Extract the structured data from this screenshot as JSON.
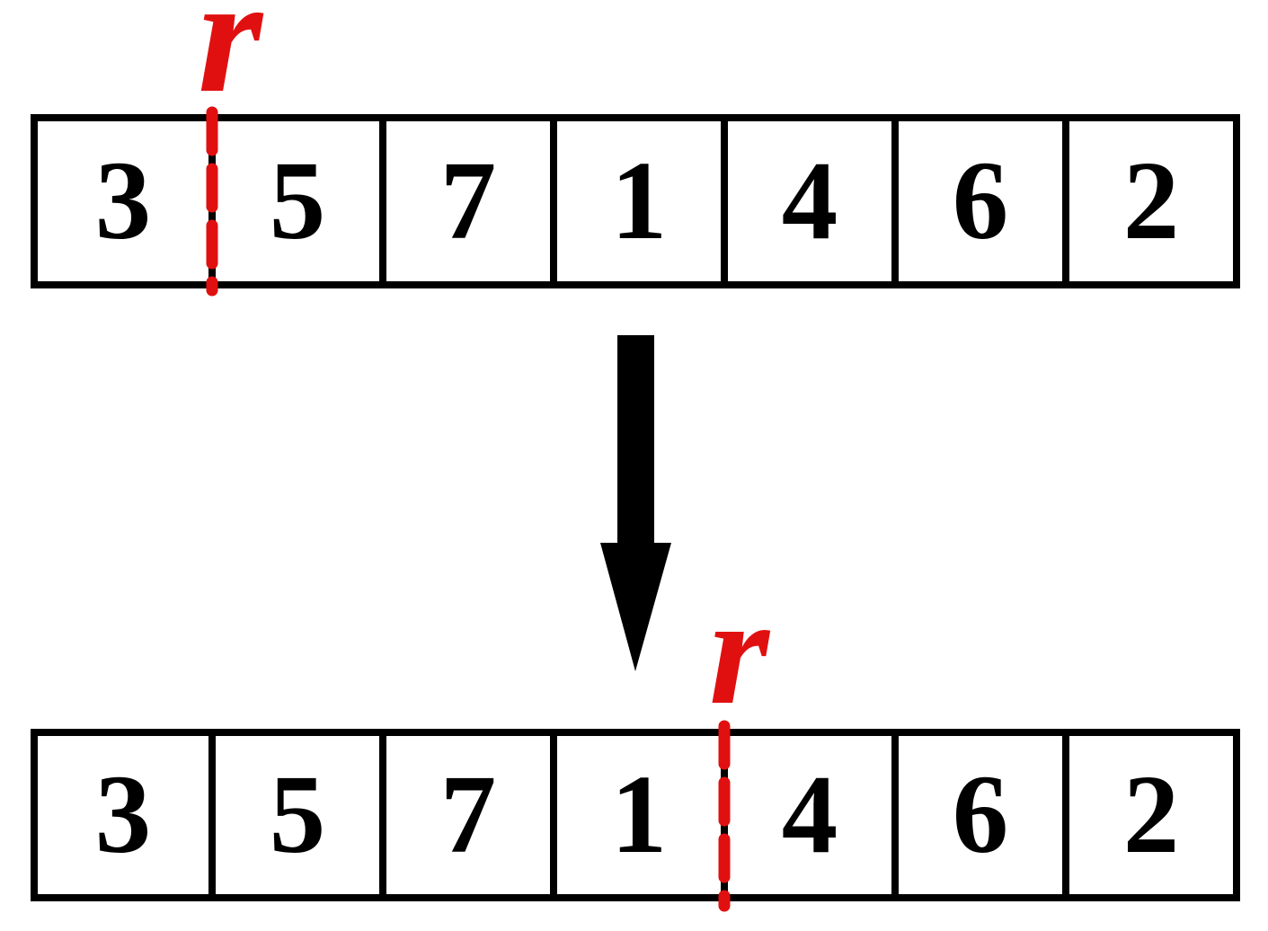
{
  "colors": {
    "accent_red": "#e11010",
    "ink": "#000000",
    "background": "#ffffff"
  },
  "pointer": {
    "label": "r"
  },
  "top_array": {
    "cells": [
      "3",
      "5",
      "7",
      "1",
      "4",
      "6",
      "2"
    ],
    "pointer_after_cell": 1
  },
  "bottom_array": {
    "cells": [
      "3",
      "5",
      "7",
      "1",
      "4",
      "6",
      "2"
    ],
    "pointer_after_cell": 4
  },
  "arrow": {
    "direction": "down"
  }
}
